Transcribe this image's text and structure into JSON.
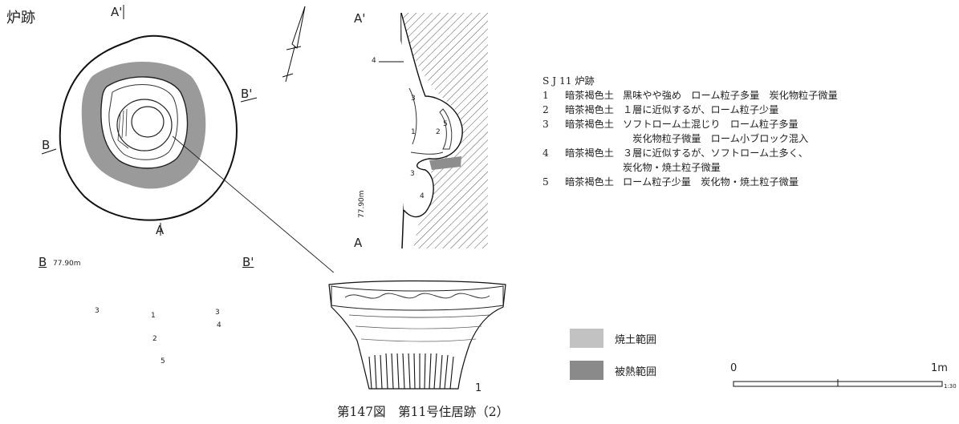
{
  "title": "炉跡",
  "section_labels": {
    "a_top": "A'",
    "a_bottom": "A",
    "b_left": "B",
    "b_right": "B'",
    "a_profile_top": "A'",
    "a_profile_bottom": "A",
    "b_profile_left": "B",
    "b_profile_right": "B'"
  },
  "elevations": {
    "a_profile": "77.90m",
    "b_profile": "77.90m"
  },
  "layer_numbers": {
    "a_profile": [
      "4",
      "3",
      "5",
      "1",
      "2",
      "3",
      "4"
    ],
    "b_profile": [
      "3",
      "1",
      "3",
      "4",
      "2",
      "5"
    ]
  },
  "notes": {
    "heading": "S J 11 炉跡",
    "items": [
      {
        "num": "1",
        "type": "暗茶褐色土",
        "desc": "黒味やや強め　ローム粒子多量　炭化物粒子微量"
      },
      {
        "num": "2",
        "type": "暗茶褐色土",
        "desc": "１層に近似するが、ローム粒子少量"
      },
      {
        "num": "3",
        "type": "暗茶褐色土",
        "desc": "ソフトローム土混じり　ローム粒子多量"
      },
      {
        "num": "",
        "type": "",
        "desc": "　炭化物粒子微量　ローム小ブロック混入"
      },
      {
        "num": "4",
        "type": "暗茶褐色土",
        "desc": "３層に近似するが、ソフトローム土多く、"
      },
      {
        "num": "",
        "type": "",
        "desc": "炭化物・焼土粒子微量"
      },
      {
        "num": "5",
        "type": "暗茶褐色土",
        "desc": "ローム粒子少量　炭化物・焼土粒子微量"
      }
    ]
  },
  "legend": [
    {
      "label": "焼土範囲",
      "color": "#c2c2c2"
    },
    {
      "label": "被熱範囲",
      "color": "#8a8a8a"
    }
  ],
  "artifact_number": "1",
  "scale": {
    "start": "0",
    "end": "1m",
    "ratio": "1:30"
  },
  "caption": "第147図　第11号住居跡（2）"
}
